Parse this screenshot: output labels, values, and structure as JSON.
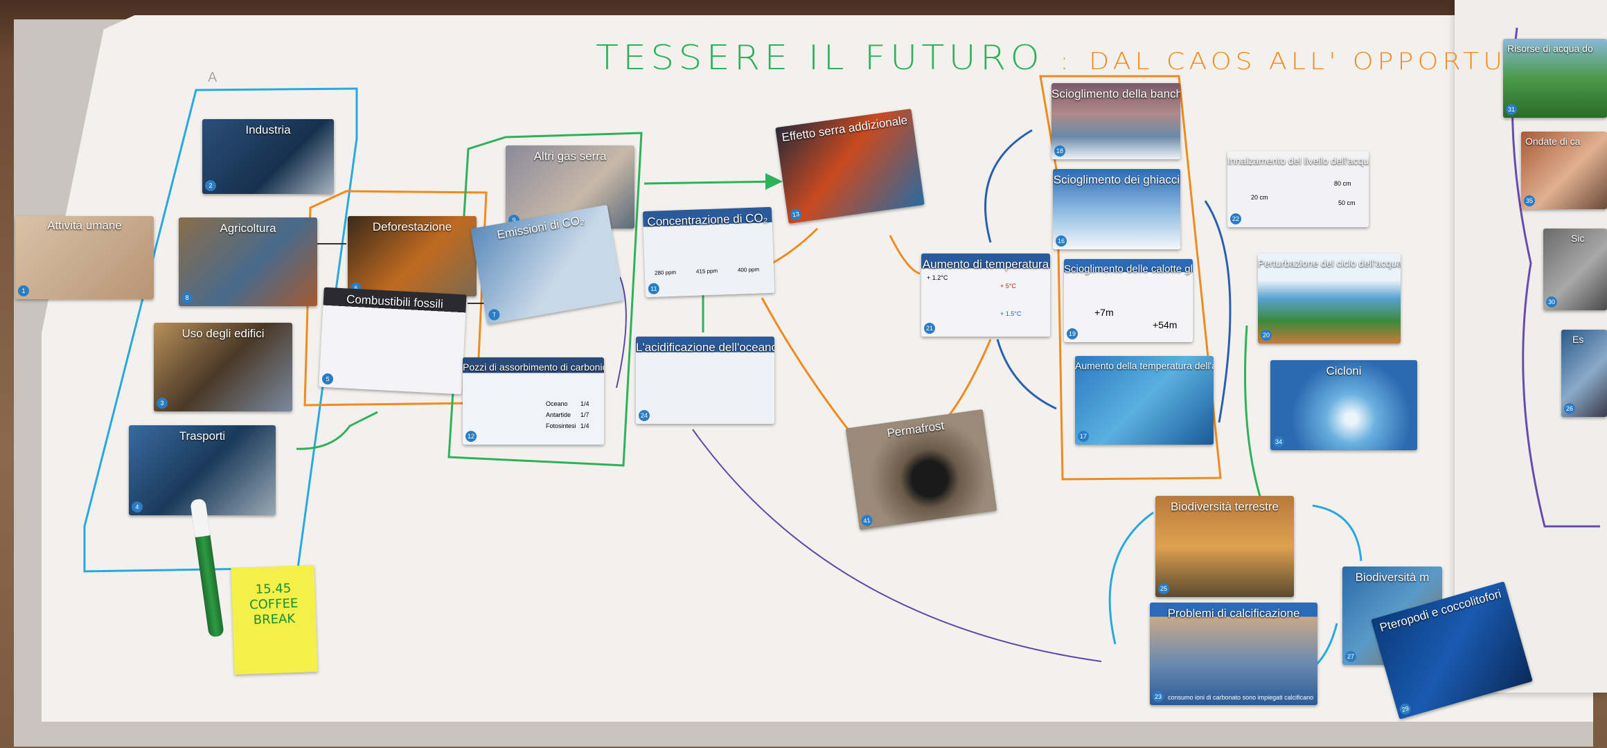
{
  "title": {
    "part1": "TESSERE  IL  FUTURO",
    "colon": ":",
    "part2": "DAL  CAOS  ALL'  OPPORTUNITA'"
  },
  "postit": {
    "line1": "15.45",
    "line2": "COFFEE",
    "line3": "BREAK"
  },
  "colors": {
    "blue_marker": "#29a8df",
    "orange_marker": "#f08a1c",
    "green_marker": "#2fb05a",
    "purple_marker": "#5a4aa8"
  },
  "cards": [
    {
      "id": "c1",
      "title": "Attività umane",
      "num": "1"
    },
    {
      "id": "c2",
      "title": "Industria",
      "num": "2"
    },
    {
      "id": "c8",
      "title": "Agricoltura",
      "num": "8"
    },
    {
      "id": "c3",
      "title": "Uso degli edifici",
      "num": "3"
    },
    {
      "id": "c4",
      "title": "Trasporti",
      "num": "4"
    },
    {
      "id": "c6",
      "title": "Deforestazione",
      "num": "6"
    },
    {
      "id": "c5",
      "title": "Combustibili fossili",
      "num": "5"
    },
    {
      "id": "c9",
      "title": "Altri gas serra",
      "num": "9"
    },
    {
      "id": "c7",
      "title": "Emissioni di CO₂",
      "num": "7"
    },
    {
      "id": "c12",
      "title": "Pozzi di assorbimento di carbonio",
      "num": "12"
    },
    {
      "id": "c11",
      "title": "Concentrazione di CO₂",
      "num": "11"
    },
    {
      "id": "c24",
      "title": "L'acidificazione dell'oceano",
      "num": "24"
    },
    {
      "id": "c13",
      "title": "Effetto serra addizionale",
      "num": "13"
    },
    {
      "id": "c21",
      "title": "Aumento di temperatura",
      "num": "21"
    },
    {
      "id": "c41",
      "title": "Permafrost",
      "num": "41"
    },
    {
      "id": "c18",
      "title": "Scioglimento della banchisa",
      "num": "18"
    },
    {
      "id": "c16",
      "title": "Scioglimento dei ghiacci",
      "num": "16"
    },
    {
      "id": "c19",
      "title": "Scioglimento delle calotte glaci",
      "num": "19"
    },
    {
      "id": "c17",
      "title": "Aumento della temperatura dell'acqu",
      "num": "17"
    },
    {
      "id": "c22",
      "title": "Innalzamento del livello dell'acqua",
      "num": "22"
    },
    {
      "id": "c20",
      "title": "Perturbazione del ciclo dell'acqua",
      "num": "20"
    },
    {
      "id": "c34",
      "title": "Cicloni",
      "num": "34"
    },
    {
      "id": "c25",
      "title": "Biodiversità terrestre",
      "num": "25"
    },
    {
      "id": "c23",
      "title": "Problemi di calcificazione",
      "num": "23"
    },
    {
      "id": "c27",
      "title": "Biodiversità m",
      "num": "27"
    },
    {
      "id": "c29",
      "title": "Pteropodi e coccolitofori",
      "num": "29"
    },
    {
      "id": "c31",
      "title": "Risorse di acqua do",
      "num": "31"
    },
    {
      "id": "c35",
      "title": "Ondate di ca",
      "num": "35"
    },
    {
      "id": "c30",
      "title": "Sic",
      "num": "30"
    },
    {
      "id": "c26",
      "title": "Es",
      "num": "26"
    }
  ],
  "labels": {
    "temp_plus_12": "+ 1.2°C",
    "temp_plus_5": "+ 5°C",
    "temp_plus_15": "+ 1.5°C",
    "sea_80": "80 cm",
    "sea_20": "20 cm",
    "sea_50": "50 cm",
    "ice_7m": "+7m",
    "ice_54m": "+54m",
    "ocean_row1": "Oceano",
    "ocean_row1_val": "1/4",
    "ocean_row2": "Antartide",
    "ocean_row2_val": "1/7",
    "ocean_row3": "Fotosintesi",
    "ocean_row3_val": "1/4",
    "co2_280": "280 ppm",
    "co2_415": "415 ppm",
    "co2_400": "400 ppm",
    "calc_caption": "consumo ioni di carbonato sono impiegati calcificano",
    "sheet_letter": "A"
  }
}
